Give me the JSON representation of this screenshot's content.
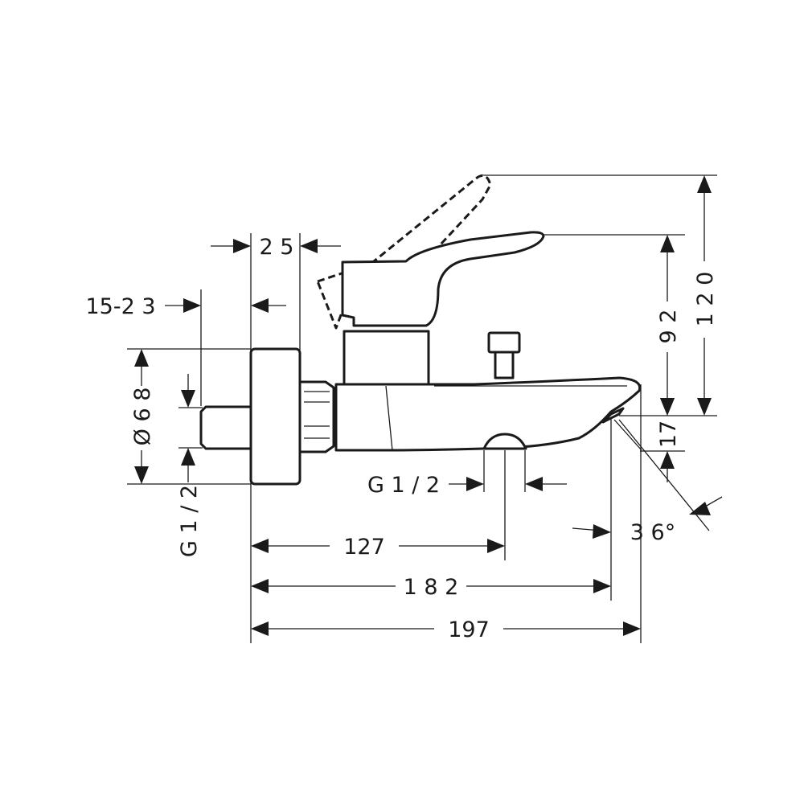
{
  "drawing": {
    "subject": "bath mixer with spout, technical dimension drawing",
    "line_color": "#1a1a1a",
    "background": "#ffffff"
  },
  "dimensions": {
    "backplate_depth": "2 5",
    "connection_range": "15-2 3",
    "rosette_diameter": "Ø 6 8",
    "wall_thread": "G 1 / 2",
    "outlet_thread": "G 1 / 2",
    "outlet_distance": "127",
    "spout_projection": "1 8 2",
    "total_projection": "197",
    "height_handle": "9 2",
    "height_handle_raised": "1 2 0",
    "spout_height": "17",
    "spout_angle": "3 6°"
  }
}
